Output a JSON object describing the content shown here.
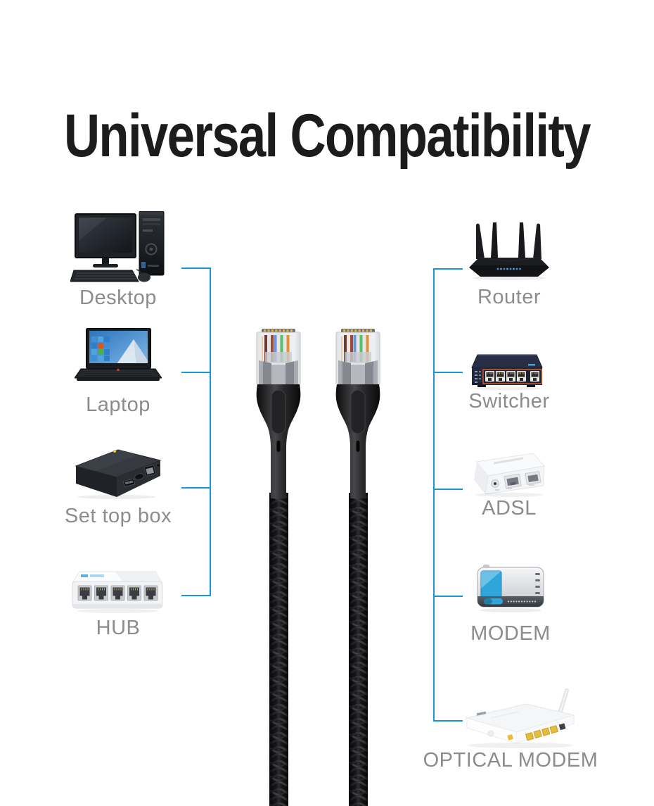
{
  "title": {
    "text": "Universal Compatibility",
    "color": "#1c1c1e"
  },
  "colors": {
    "accent": "#1697d6",
    "label": "#8c8c8e",
    "cable_black": "#121214"
  },
  "left_column": {
    "items": [
      {
        "label": "Desktop",
        "icon": "desktop-pc-icon"
      },
      {
        "label": "Laptop",
        "icon": "laptop-icon"
      },
      {
        "label": "Set top box",
        "icon": "set-top-box-icon"
      },
      {
        "label": "HUB",
        "icon": "network-hub-icon"
      }
    ]
  },
  "right_column": {
    "items": [
      {
        "label": "Router",
        "icon": "wifi-router-icon"
      },
      {
        "label": "Switcher",
        "icon": "network-switch-icon"
      },
      {
        "label": "ADSL",
        "icon": "adsl-modem-icon"
      },
      {
        "label": "MODEM",
        "icon": "modem-icon"
      },
      {
        "label": "OPTICAL MODEM",
        "icon": "optical-modem-icon"
      }
    ]
  },
  "cable": {
    "left_connector_icon": "rj45-connector-icon",
    "right_connector_icon": "rj45-connector-icon"
  }
}
